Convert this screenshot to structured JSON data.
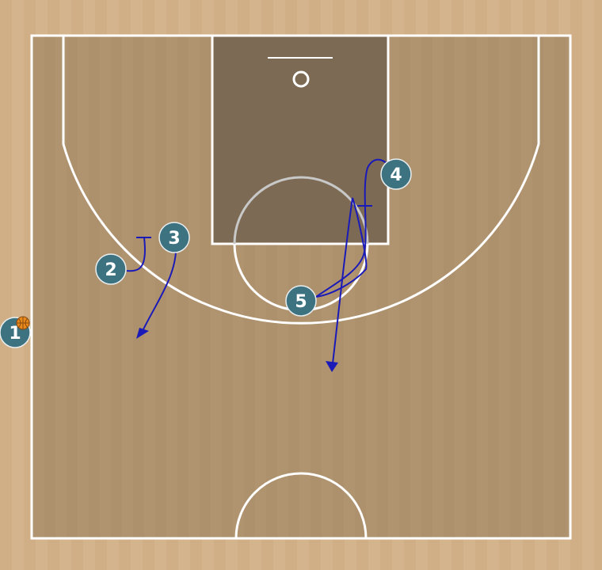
{
  "diagram": {
    "type": "basketball-half-court-play",
    "colors": {
      "outer_floor": "#d4b48c",
      "court_floor": "#b0946f",
      "paint": "#7c6a54",
      "court_lines": "#ffffff",
      "free_throw_circle_inner": "#c8c8c8",
      "player_fill": "#3d7280",
      "player_text": "#ffffff",
      "action_lines": "#1a1ab8",
      "ball": "#e8891c"
    },
    "players": [
      {
        "id": "p1",
        "label": "1",
        "has_ball": true
      },
      {
        "id": "p2",
        "label": "2",
        "has_ball": false
      },
      {
        "id": "p3",
        "label": "3",
        "has_ball": false
      },
      {
        "id": "p4",
        "label": "4",
        "has_ball": false
      },
      {
        "id": "p5",
        "label": "5",
        "has_ball": false
      }
    ],
    "actions": [
      {
        "player": "2",
        "kind": "screen"
      },
      {
        "player": "3",
        "kind": "cut"
      },
      {
        "player": "4",
        "kind": "screen"
      },
      {
        "player": "5",
        "kind": "cut"
      }
    ]
  }
}
